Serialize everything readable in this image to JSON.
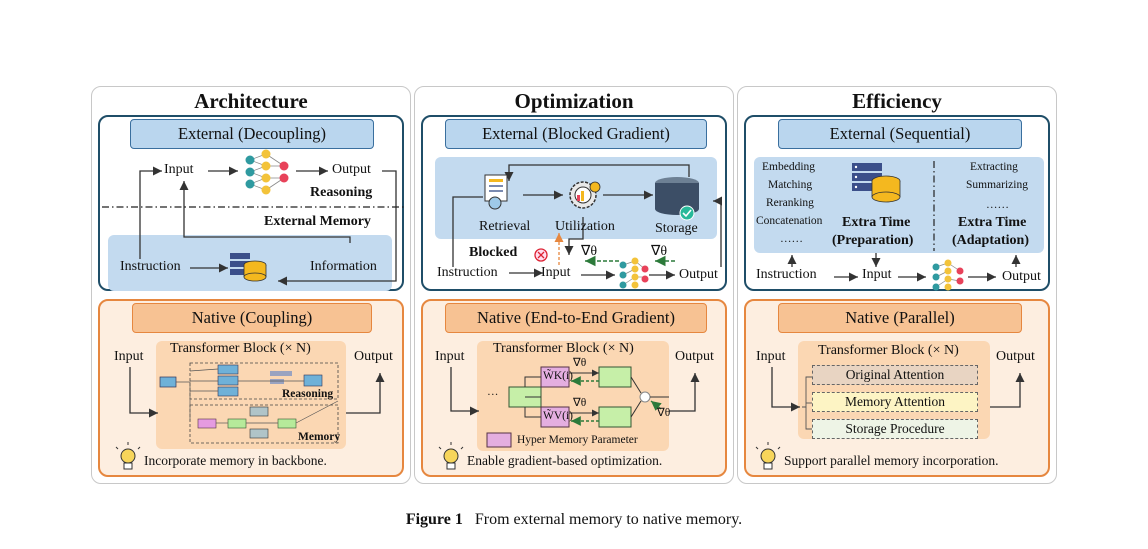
{
  "panels": [
    {
      "title": "Architecture",
      "external": {
        "header": "External (Decoupling)",
        "input": "Input",
        "output": "Output",
        "reasoning": "Reasoning",
        "external_memory": "External Memory",
        "instruction": "Instruction",
        "information": "Information"
      },
      "native": {
        "header": "Native (Coupling)",
        "block": "Transformer Block (× N)",
        "input": "Input",
        "output": "Output",
        "reasoning": "Reasoning",
        "memory": "Memory",
        "tip": "Incorporate memory in backbone."
      }
    },
    {
      "title": "Optimization",
      "external": {
        "header": "External (Blocked Gradient)",
        "retrieval": "Retrieval",
        "utilization": "Utilization",
        "storage": "Storage",
        "blocked": "Blocked",
        "instruction": "Instruction",
        "input": "Input",
        "output": "Output",
        "grad1": "∇θ",
        "grad2": "∇θ"
      },
      "native": {
        "header": "Native (End-to-End Gradient)",
        "block": "Transformer Block (× N)",
        "input": "Input",
        "output": "Output",
        "grad1": "∇θ",
        "grad2": "∇θ",
        "grad3": "∇θ",
        "wk": "W̃K(i)",
        "wv": "W̃V(i)",
        "dots": "···",
        "legend": "Hyper Memory Parameter",
        "tip": "Enable gradient-based optimization."
      }
    },
    {
      "title": "Efficiency",
      "external": {
        "header": "External (Sequential)",
        "prep_steps": [
          "Embedding",
          "Matching",
          "Reranking",
          "Concatenation",
          "……"
        ],
        "prep_title": "Extra Time",
        "prep_sub": "(Preparation)",
        "adapt_steps": [
          "Extracting",
          "Summarizing",
          "……"
        ],
        "adapt_title": "Extra Time",
        "adapt_sub": "(Adaptation)",
        "instruction": "Instruction",
        "input": "Input",
        "output": "Output"
      },
      "native": {
        "header": "Native (Parallel)",
        "block": "Transformer Block (× N)",
        "input": "Input",
        "output": "Output",
        "boxes": [
          "Original Attention",
          "Memory Attention",
          "Storage Procedure"
        ],
        "tip": "Support parallel memory incorporation."
      }
    }
  ],
  "caption": {
    "label": "Figure 1",
    "text": "From external memory to native memory."
  },
  "colors": {
    "external_border": "#1f4e68",
    "external_header": "#bad6ee",
    "native_border": "#e6873f",
    "native_fill": "#fdeee0",
    "native_header": "#f7c293",
    "reasoning_bulb": "#f5c518"
  },
  "icons": [
    "neural-network-icon",
    "database-icon",
    "document-icon",
    "gear-dollar-icon",
    "storage-check-icon",
    "block-x-icon",
    "lightbulb-icon",
    "server-database-icon"
  ]
}
